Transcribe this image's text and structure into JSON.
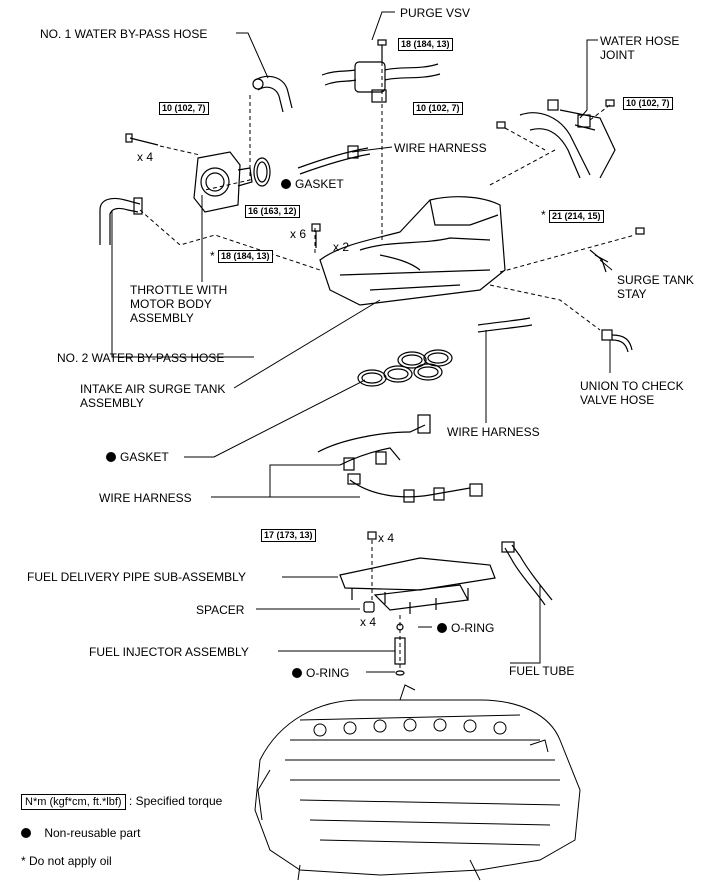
{
  "labels": {
    "purge_vsv": "PURGE VSV",
    "no1_water_bypass_hose": "NO. 1 WATER BY-PASS HOSE",
    "water_hose_joint": "WATER HOSE JOINT",
    "wire_harness_top": "WIRE HARNESS",
    "gasket_throttle": "GASKET",
    "throttle_body": "THROTTLE WITH MOTOR BODY ASSEMBLY",
    "surge_tank_stay": "SURGE TANK STAY",
    "no2_water_bypass_hose": "NO. 2 WATER BY-PASS HOSE",
    "intake_air_surge_tank": "INTAKE AIR SURGE TANK ASSEMBLY",
    "union_check_valve_hose": "UNION TO CHECK VALVE HOSE",
    "wire_harness_mid": "WIRE HARNESS",
    "gasket_manifold": "GASKET",
    "wire_harness_low": "WIRE HARNESS",
    "fuel_delivery_pipe": "FUEL DELIVERY PIPE SUB-ASSEMBLY",
    "spacer": "SPACER",
    "oring_upper": "O-RING",
    "fuel_injector": "FUEL INJECTOR ASSEMBLY",
    "fuel_tube": "FUEL TUBE",
    "oring_lower": "O-RING"
  },
  "torques": {
    "purge_vsv_bolt": "18 (184, 13)",
    "throttle_bolt": "10 (102, 7)",
    "water_joint_left": "10 (102, 7)",
    "water_joint_right": "10 (102, 7)",
    "surge_tank_bolt": "16 (163, 12)",
    "surge_tank_nut": "18 (184, 13)",
    "stay_bolt": "21 (214, 15)",
    "delivery_pipe_bolt": "17 (173, 13)"
  },
  "counts": {
    "throttle_bolts": "x 4",
    "surge_bolts": "x 6",
    "surge_nuts": "x 2",
    "pipe_bolts": "x 4",
    "spacers": "x 4"
  },
  "asterisk": "*",
  "legend": {
    "torque_box": "N*m (kgf*cm, ft.*lbf)",
    "torque_desc": ": Specified torque",
    "nonreusable": "Non-reusable part",
    "no_oil": "* Do not apply oil"
  }
}
